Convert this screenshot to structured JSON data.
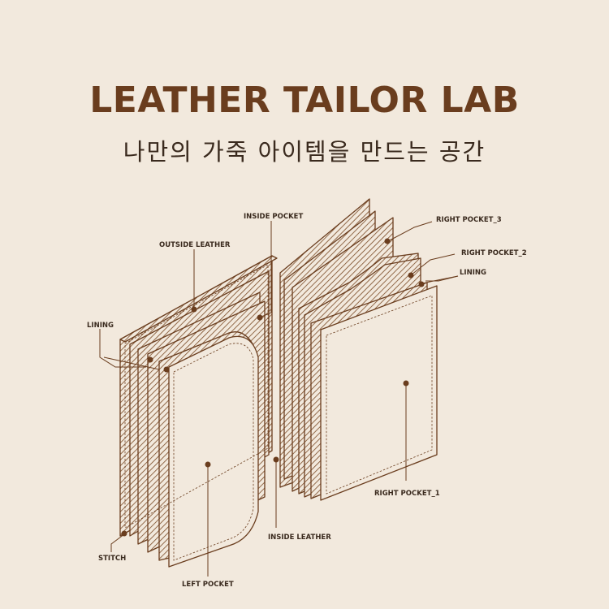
{
  "header": {
    "title": "LEATHER TAILOR LAB",
    "subtitle": "나만의 가죽 아이템을 만드는 공간"
  },
  "diagram": {
    "labels": {
      "inside_pocket": "INSIDE POCKET",
      "outside_leather": "OUTSIDE LEATHER",
      "lining_left": "LINING",
      "stitch": "STITCH",
      "left_pocket": "LEFT POCKET",
      "inside_leather": "INSIDE LEATHER",
      "right_pocket_3": "RIGHT POCKET_3",
      "right_pocket_2": "RIGHT POCKET_2",
      "lining_right": "LINING",
      "right_pocket_1": "RIGHT POCKET_1"
    }
  },
  "colors": {
    "background": "#f2e9dd",
    "title": "#6a3d1e",
    "line": "#6a3d1e"
  }
}
